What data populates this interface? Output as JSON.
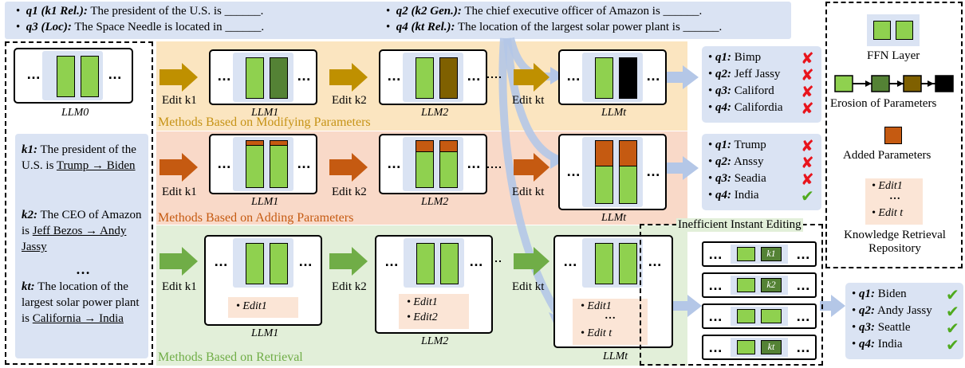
{
  "queries": [
    {
      "label": "q1 (k1 Rel.):",
      "text": "The president of the U.S. is ______."
    },
    {
      "label": "q2 (k2 Gen.):",
      "text": "The chief executive officer of Amazon is ______."
    },
    {
      "label": "q3 (Loc):",
      "text": "The Space Needle is located in ______."
    },
    {
      "label": "q4 (kt Rel.):",
      "text": "The location of the largest solar power plant is ______."
    }
  ],
  "llm0_label": "LLM0",
  "facts": [
    {
      "key": "k1:",
      "text_a": "The president of the U.S. is",
      "text_u": "Trump → Biden"
    },
    {
      "key": "k2:",
      "text_a": "The CEO of Amazon is",
      "text_u": "Jeff Bezos → Andy Jassy"
    },
    {
      "key": "kt:",
      "text_a": "The location of the largest solar power plant is",
      "text_u": "California → India"
    }
  ],
  "fact_dots": "…",
  "edit_labels": [
    "Edit k1",
    "Edit k2",
    "Edit kt"
  ],
  "llm_labels": [
    "LLM1",
    "LLM2",
    "LLMt"
  ],
  "bands": {
    "modify": {
      "label": "Methods Based on Modifying Parameters",
      "color": "#fbe5c0",
      "label_color": "#c69316"
    },
    "add": {
      "label": "Methods Based on Adding Parameters",
      "color": "#f9d9c8",
      "label_color": "#c55a11"
    },
    "retrieval": {
      "label": "Methods Based on Retrieval",
      "color": "#e2efd9",
      "label_color": "#70ad47"
    }
  },
  "arrow_colors": {
    "modify": "#bf9000",
    "add": "#c55a11",
    "retrieval": "#70ad47"
  },
  "results_modify": [
    {
      "label": "q1:",
      "answer": "Bimp",
      "ok": false
    },
    {
      "label": "q2:",
      "answer": "Jeff Jassy",
      "ok": false
    },
    {
      "label": "q3:",
      "answer": "Califord",
      "ok": false
    },
    {
      "label": "q4:",
      "answer": "Califordia",
      "ok": false
    }
  ],
  "results_add": [
    {
      "label": "q1:",
      "answer": "Trump",
      "ok": false
    },
    {
      "label": "q2:",
      "answer": "Anssy",
      "ok": false
    },
    {
      "label": "q3:",
      "answer": "Seadia",
      "ok": false
    },
    {
      "label": "q4:",
      "answer": "India",
      "ok": true
    }
  ],
  "results_retrieval": [
    {
      "label": "q1:",
      "answer": "Biden",
      "ok": true
    },
    {
      "label": "q2:",
      "answer": "Andy Jassy",
      "ok": true
    },
    {
      "label": "q3:",
      "answer": "Seattle",
      "ok": true
    },
    {
      "label": "q4:",
      "answer": "India",
      "ok": true
    }
  ],
  "retrieval_edits": {
    "llm1": [
      "Edit1"
    ],
    "llm2": [
      "Edit1",
      "Edit2"
    ],
    "llmt": [
      "Edit1",
      "…",
      "Edit t"
    ]
  },
  "inefficient_label": "Inefficient Instant Editing",
  "instant_rows": [
    "k1",
    "k2",
    "",
    "kt"
  ],
  "legend": {
    "ffn": "FFN Layer",
    "erosion": "Erosion of Parameters",
    "added": "Added Parameters",
    "repo": "Knowledge Retrieval Repository",
    "repo_edits": [
      "Edit1",
      "…",
      "Edit t"
    ]
  },
  "dots": "…",
  "colors": {
    "green": "#8fd14f",
    "dark_green": "#548235",
    "brown": "#7f6000",
    "black": "#000000",
    "orange": "#c55a11",
    "blue_fill": "#dae3f3",
    "cross": "#e8141c",
    "check": "#4faa1e"
  }
}
